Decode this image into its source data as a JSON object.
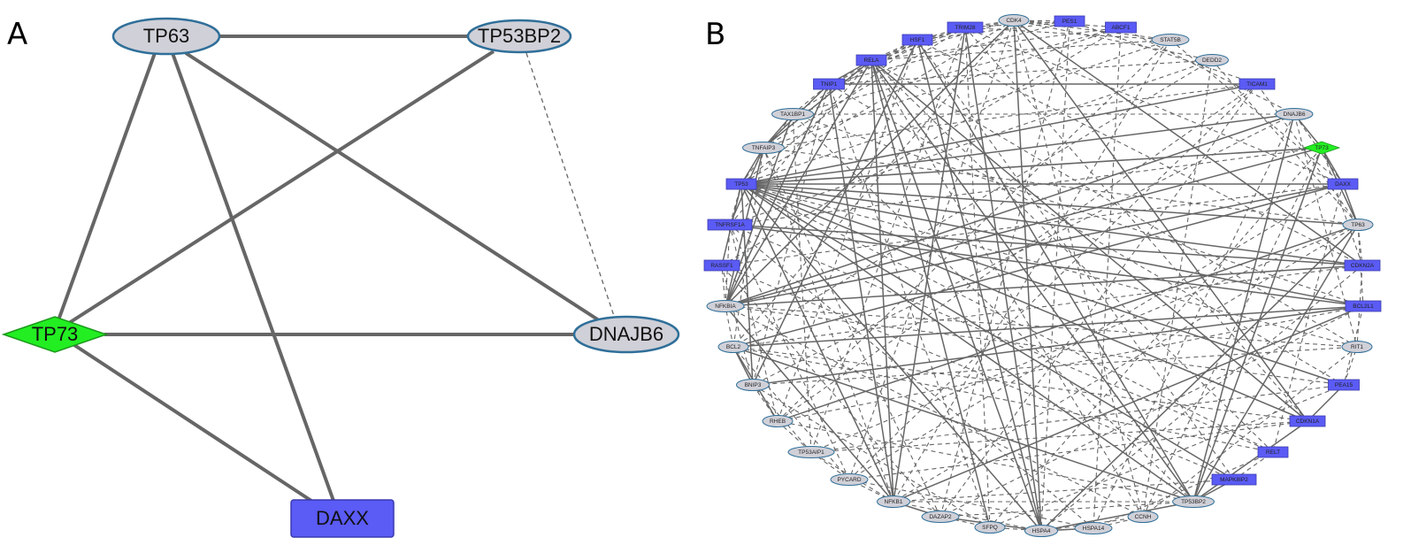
{
  "panels": {
    "a_label": "A",
    "b_label": "B"
  },
  "colors": {
    "gray_node_fill": "#d0d0d8",
    "gray_node_stroke": "#2f6f99",
    "blue_node_fill": "#5b5bf5",
    "green_node_fill": "#22ee22",
    "edge": "#666666"
  },
  "networkA": {
    "nodes": [
      {
        "id": "TP63",
        "label": "TP63",
        "shape": "ellipse",
        "color": "gray"
      },
      {
        "id": "TP53BP2",
        "label": "TP53BP2",
        "shape": "ellipse",
        "color": "gray"
      },
      {
        "id": "TP73",
        "label": "TP73",
        "shape": "diamond",
        "color": "green"
      },
      {
        "id": "DNAJB6",
        "label": "DNAJB6",
        "shape": "ellipse",
        "color": "gray"
      },
      {
        "id": "DAXX",
        "label": "DAXX",
        "shape": "rect",
        "color": "blue"
      }
    ],
    "edges": [
      {
        "source": "TP63",
        "target": "TP53BP2",
        "style": "solid"
      },
      {
        "source": "TP63",
        "target": "TP73",
        "style": "solid"
      },
      {
        "source": "TP63",
        "target": "DNAJB6",
        "style": "solid"
      },
      {
        "source": "TP63",
        "target": "DAXX",
        "style": "solid"
      },
      {
        "source": "TP53BP2",
        "target": "TP73",
        "style": "solid"
      },
      {
        "source": "TP53BP2",
        "target": "DNAJB6",
        "style": "dashed"
      },
      {
        "source": "TP73",
        "target": "DNAJB6",
        "style": "solid"
      },
      {
        "source": "TP73",
        "target": "DAXX",
        "style": "solid"
      }
    ]
  },
  "networkB": {
    "nodes": [
      {
        "id": "CDK4",
        "label": "CDK4",
        "shape": "ellipse",
        "color": "gray"
      },
      {
        "id": "PES1",
        "label": "PES1",
        "shape": "rect",
        "color": "blue"
      },
      {
        "id": "ABCF1",
        "label": "ABCF1",
        "shape": "rect",
        "color": "blue"
      },
      {
        "id": "STAT5B",
        "label": "STAT5B",
        "shape": "ellipse",
        "color": "gray"
      },
      {
        "id": "DEDD2",
        "label": "DEDD2",
        "shape": "ellipse",
        "color": "gray"
      },
      {
        "id": "TICAM1",
        "label": "TICAM1",
        "shape": "rect",
        "color": "blue"
      },
      {
        "id": "DNAJB6",
        "label": "DNAJB6",
        "shape": "ellipse",
        "color": "gray"
      },
      {
        "id": "TP73",
        "label": "TP73",
        "shape": "diamond",
        "color": "green"
      },
      {
        "id": "DAXX",
        "label": "DAXX",
        "shape": "rect",
        "color": "blue"
      },
      {
        "id": "TP63",
        "label": "TP63",
        "shape": "ellipse",
        "color": "gray"
      },
      {
        "id": "CDKN2A",
        "label": "CDKN2A",
        "shape": "rect",
        "color": "blue"
      },
      {
        "id": "BCL2L1",
        "label": "BCL2L1",
        "shape": "rect",
        "color": "blue"
      },
      {
        "id": "RIT1",
        "label": "RIT1",
        "shape": "ellipse",
        "color": "gray"
      },
      {
        "id": "PEA15",
        "label": "PEA15",
        "shape": "rect",
        "color": "blue"
      },
      {
        "id": "CDKN1A",
        "label": "CDKN1A",
        "shape": "rect",
        "color": "blue"
      },
      {
        "id": "RELT",
        "label": "RELT",
        "shape": "rect",
        "color": "blue"
      },
      {
        "id": "MAPK8IP2",
        "label": "MAPK8IP2",
        "shape": "rect",
        "color": "blue"
      },
      {
        "id": "TP53BP2",
        "label": "TP53BP2",
        "shape": "ellipse",
        "color": "gray"
      },
      {
        "id": "CCNH",
        "label": "CCNH",
        "shape": "ellipse",
        "color": "gray"
      },
      {
        "id": "HSPA14",
        "label": "HSPA14",
        "shape": "ellipse",
        "color": "gray"
      },
      {
        "id": "HSPA4",
        "label": "HSPA4",
        "shape": "ellipse",
        "color": "gray"
      },
      {
        "id": "SFPQ",
        "label": "SFPQ",
        "shape": "ellipse",
        "color": "gray"
      },
      {
        "id": "DAZAP2",
        "label": "DAZAP2",
        "shape": "ellipse",
        "color": "gray"
      },
      {
        "id": "NFKB1",
        "label": "NFKB1",
        "shape": "ellipse",
        "color": "gray"
      },
      {
        "id": "PYCARD",
        "label": "PYCARD",
        "shape": "ellipse",
        "color": "gray"
      },
      {
        "id": "TP53AIP1",
        "label": "TP53AIP1",
        "shape": "ellipse",
        "color": "gray"
      },
      {
        "id": "RHEB",
        "label": "RHEB",
        "shape": "ellipse",
        "color": "gray"
      },
      {
        "id": "BNIP3",
        "label": "BNIP3",
        "shape": "ellipse",
        "color": "gray"
      },
      {
        "id": "BCL2",
        "label": "BCL2",
        "shape": "ellipse",
        "color": "gray"
      },
      {
        "id": "NFKBIA",
        "label": "NFKBIA",
        "shape": "ellipse",
        "color": "gray"
      },
      {
        "id": "RASSF1",
        "label": "RASSF1",
        "shape": "rect",
        "color": "blue"
      },
      {
        "id": "TNFRSF1A",
        "label": "TNFRSF1A",
        "shape": "rect",
        "color": "blue"
      },
      {
        "id": "TP53",
        "label": "TP53",
        "shape": "rect",
        "color": "blue"
      },
      {
        "id": "TNFAIP3",
        "label": "TNFAIP3",
        "shape": "ellipse",
        "color": "gray"
      },
      {
        "id": "TAX1BP1",
        "label": "TAX1BP1",
        "shape": "ellipse",
        "color": "gray"
      },
      {
        "id": "TNIP1",
        "label": "TNIP1",
        "shape": "rect",
        "color": "blue"
      },
      {
        "id": "RELA",
        "label": "RELA",
        "shape": "rect",
        "color": "blue"
      },
      {
        "id": "HSF1",
        "label": "HSF1",
        "shape": "rect",
        "color": "blue"
      },
      {
        "id": "TRIM28",
        "label": "TRIM28",
        "shape": "rect",
        "color": "blue"
      }
    ],
    "edges_solid": [
      [
        "TP53",
        "DAXX"
      ],
      [
        "TP53",
        "TP63"
      ],
      [
        "TP53",
        "CDKN2A"
      ],
      [
        "TP53",
        "BCL2L1"
      ],
      [
        "TP53",
        "CDKN1A"
      ],
      [
        "TP53",
        "TP53BP2"
      ],
      [
        "TP53",
        "HSPA4"
      ],
      [
        "TP53",
        "NFKB1"
      ],
      [
        "TP53",
        "TNFAIP3"
      ],
      [
        "TP53",
        "DNAJB6"
      ],
      [
        "TP53",
        "TP73"
      ],
      [
        "TP53",
        "MAPK8IP2"
      ],
      [
        "TP53",
        "TICAM1"
      ],
      [
        "TP53",
        "PEA15"
      ],
      [
        "TP53",
        "BNIP3"
      ],
      [
        "TP53",
        "RASSF1"
      ],
      [
        "RELA",
        "NFKB1"
      ],
      [
        "RELA",
        "NFKBIA"
      ],
      [
        "RELA",
        "HSPA4"
      ],
      [
        "RELA",
        "TNIP1"
      ],
      [
        "RELA",
        "TNFAIP3"
      ],
      [
        "RELA",
        "TP53BP2"
      ],
      [
        "RELA",
        "SFPQ"
      ],
      [
        "RELA",
        "CDKN1A"
      ],
      [
        "TNIP1",
        "NFKB1"
      ],
      [
        "TNIP1",
        "NFKBIA"
      ],
      [
        "TNIP1",
        "TICAM1"
      ],
      [
        "CDK4",
        "HSPA4"
      ],
      [
        "CDK4",
        "CDKN2A"
      ],
      [
        "CDK4",
        "CDKN1A"
      ],
      [
        "CDK4",
        "NFKBIA"
      ],
      [
        "HSF1",
        "HSPA4"
      ],
      [
        "HSF1",
        "TP53BP2"
      ],
      [
        "HSF1",
        "BNIP3"
      ],
      [
        "TRIM28",
        "HSPA4"
      ],
      [
        "TRIM28",
        "NFKB1"
      ],
      [
        "DNAJB6",
        "TP53BP2"
      ],
      [
        "DNAJB6",
        "NFKBIA"
      ],
      [
        "DAXX",
        "NFKBIA"
      ],
      [
        "DAXX",
        "TP73"
      ],
      [
        "DAXX",
        "TP63"
      ],
      [
        "DAXX",
        "BCL2"
      ],
      [
        "TP63",
        "TP73"
      ],
      [
        "TP63",
        "TP53BP2"
      ],
      [
        "TP63",
        "HSPA4"
      ],
      [
        "TP63",
        "RHEB"
      ],
      [
        "CDKN2A",
        "NFKBIA"
      ],
      [
        "CDKN2A",
        "TNFRSF1A"
      ],
      [
        "BCL2L1",
        "BCL2"
      ],
      [
        "BCL2L1",
        "TNFRSF1A"
      ],
      [
        "BCL2L1",
        "NFKB1"
      ],
      [
        "BCL2L1",
        "BNIP3"
      ],
      [
        "TP73",
        "DNAJB6"
      ],
      [
        "TP73",
        "TP53BP2"
      ],
      [
        "TP73",
        "NFKBIA"
      ],
      [
        "NFKBIA",
        "NFKB1"
      ],
      [
        "NFKBIA",
        "TNFAIP3"
      ],
      [
        "NFKBIA",
        "TAX1BP1"
      ],
      [
        "TNFAIP3",
        "TAX1BP1"
      ],
      [
        "TNFAIP3",
        "TNIP1"
      ],
      [
        "TNFRSF1A",
        "TNFAIP3"
      ],
      [
        "BCL2",
        "BNIP3"
      ],
      [
        "BCL2",
        "RHEB"
      ],
      [
        "BCL2",
        "TP53BP2"
      ],
      [
        "HSPA4",
        "HSPA14"
      ],
      [
        "HSPA4",
        "TP53BP2"
      ],
      [
        "HSPA4",
        "DAZAP2"
      ],
      [
        "NFKB1",
        "DAZAP2"
      ],
      [
        "TP53BP2",
        "MAPK8IP2"
      ],
      [
        "TP53BP2",
        "CDKN1A"
      ],
      [
        "CDKN1A",
        "PEA15"
      ]
    ],
    "edges_dashed": [
      [
        "CDK4",
        "PES1"
      ],
      [
        "CDK4",
        "ABCF1"
      ],
      [
        "CDK4",
        "TRIM28"
      ],
      [
        "CDK4",
        "HSF1"
      ],
      [
        "CDK4",
        "RELA"
      ],
      [
        "CDK4",
        "STAT5B"
      ],
      [
        "CDK4",
        "DEDD2"
      ],
      [
        "CDK4",
        "TP53"
      ],
      [
        "CDK4",
        "BCL2"
      ],
      [
        "CDK4",
        "CCNH"
      ],
      [
        "CDK4",
        "PYCARD"
      ],
      [
        "PES1",
        "TICAM1"
      ],
      [
        "PES1",
        "TNIP1"
      ],
      [
        "PES1",
        "HSPA4"
      ],
      [
        "ABCF1",
        "DNAJB6"
      ],
      [
        "ABCF1",
        "RELA"
      ],
      [
        "ABCF1",
        "TAX1BP1"
      ],
      [
        "ABCF1",
        "HSPA14"
      ],
      [
        "STAT5B",
        "RELA"
      ],
      [
        "STAT5B",
        "TP53"
      ],
      [
        "STAT5B",
        "DAXX"
      ],
      [
        "STAT5B",
        "NFKB1"
      ],
      [
        "DEDD2",
        "TNIP1"
      ],
      [
        "DEDD2",
        "TP63"
      ],
      [
        "DEDD2",
        "BCL2"
      ],
      [
        "DEDD2",
        "CCNH"
      ],
      [
        "TICAM1",
        "TNFAIP3"
      ],
      [
        "TICAM1",
        "TP63"
      ],
      [
        "TICAM1",
        "RHEB"
      ],
      [
        "TICAM1",
        "DAZAP2"
      ],
      [
        "DNAJB6",
        "TAX1BP1"
      ],
      [
        "DNAJB6",
        "BNIP3"
      ],
      [
        "DNAJB6",
        "RIT1"
      ],
      [
        "DNAJB6",
        "HSPA14"
      ],
      [
        "TP73",
        "CDKN2A"
      ],
      [
        "TP73",
        "TNFRSF1A"
      ],
      [
        "TP73",
        "CCNH"
      ],
      [
        "TP73",
        "SFPQ"
      ],
      [
        "DAXX",
        "RELT"
      ],
      [
        "DAXX",
        "PYCARD"
      ],
      [
        "DAXX",
        "TRIM28"
      ],
      [
        "DAXX",
        "RASSF1"
      ],
      [
        "TP63",
        "BCL2L1"
      ],
      [
        "TP63",
        "NFKB1"
      ],
      [
        "TP63",
        "TP53AIP1"
      ],
      [
        "TP63",
        "TNFAIP3"
      ],
      [
        "CDKN2A",
        "RIT1"
      ],
      [
        "CDKN2A",
        "HSPA4"
      ],
      [
        "CDKN2A",
        "BCL2"
      ],
      [
        "CDKN2A",
        "HSF1"
      ],
      [
        "BCL2L1",
        "PEA15"
      ],
      [
        "BCL2L1",
        "RHEB"
      ],
      [
        "BCL2L1",
        "TAX1BP1"
      ],
      [
        "BCL2L1",
        "DAZAP2"
      ],
      [
        "RIT1",
        "BNIP3"
      ],
      [
        "RIT1",
        "NFKBIA"
      ],
      [
        "RIT1",
        "RELA"
      ],
      [
        "RIT1",
        "CCNH"
      ],
      [
        "PEA15",
        "NFKBIA"
      ],
      [
        "PEA15",
        "TNIP1"
      ],
      [
        "PEA15",
        "SFPQ"
      ],
      [
        "PEA15",
        "TP53AIP1"
      ],
      [
        "CDKN1A",
        "TP53AIP1"
      ],
      [
        "CDKN1A",
        "BCL2"
      ],
      [
        "CDKN1A",
        "TRIM28"
      ],
      [
        "CDKN1A",
        "PYCARD"
      ],
      [
        "RELT",
        "TNFRSF1A"
      ],
      [
        "RELT",
        "BCL2"
      ],
      [
        "RELT",
        "RELA"
      ],
      [
        "RELT",
        "HSPA14"
      ],
      [
        "MAPK8IP2",
        "NFKB1"
      ],
      [
        "MAPK8IP2",
        "RASSF1"
      ],
      [
        "MAPK8IP2",
        "HSF1"
      ],
      [
        "TP53BP2",
        "NFKB1"
      ],
      [
        "TP53BP2",
        "DAZAP2"
      ],
      [
        "TP53BP2",
        "RHEB"
      ],
      [
        "TP53BP2",
        "TAX1BP1"
      ],
      [
        "CCNH",
        "HSPA14"
      ],
      [
        "CCNH",
        "RELA"
      ],
      [
        "CCNH",
        "NFKBIA"
      ],
      [
        "HSPA14",
        "TNFRSF1A"
      ],
      [
        "HSPA14",
        "PYCARD"
      ],
      [
        "SFPQ",
        "TNIP1"
      ],
      [
        "SFPQ",
        "BNIP3"
      ],
      [
        "SFPQ",
        "TRIM28"
      ],
      [
        "DAZAP2",
        "RASSF1"
      ],
      [
        "DAZAP2",
        "TNFAIP3"
      ],
      [
        "DAZAP2",
        "PES1"
      ],
      [
        "NFKB1",
        "PYCARD"
      ],
      [
        "NFKB1",
        "TNFAIP3"
      ],
      [
        "NFKB1",
        "TP53AIP1"
      ],
      [
        "PYCARD",
        "BCL2"
      ],
      [
        "PYCARD",
        "TNFRSF1A"
      ],
      [
        "PYCARD",
        "TICAM1"
      ],
      [
        "TP53AIP1",
        "BNIP3"
      ],
      [
        "TP53AIP1",
        "TRIM28"
      ],
      [
        "TP53AIP1",
        "TAX1BP1"
      ],
      [
        "RHEB",
        "TNFRSF1A"
      ],
      [
        "RHEB",
        "HSF1"
      ],
      [
        "RHEB",
        "STAT5B"
      ],
      [
        "BNIP3",
        "TNIP1"
      ],
      [
        "BNIP3",
        "RASSF1"
      ],
      [
        "BCL2",
        "TNFAIP3"
      ],
      [
        "BCL2",
        "NFKBIA"
      ],
      [
        "NFKBIA",
        "RASSF1"
      ],
      [
        "NFKBIA",
        "TNFRSF1A"
      ],
      [
        "RASSF1",
        "TP53"
      ],
      [
        "RASSF1",
        "ABCF1"
      ],
      [
        "TNFRSF1A",
        "TP53"
      ],
      [
        "TNFRSF1A",
        "RELA"
      ],
      [
        "TNFRSF1A",
        "DEDD2"
      ],
      [
        "TP53",
        "TAX1BP1"
      ],
      [
        "TP53",
        "HSF1"
      ],
      [
        "TP53",
        "RELT"
      ],
      [
        "TP53",
        "RIT1"
      ],
      [
        "TNFAIP3",
        "TRIM28"
      ],
      [
        "TNFAIP3",
        "ABCF1"
      ],
      [
        "TAX1BP1",
        "TNIP1"
      ],
      [
        "TAX1BP1",
        "HSF1"
      ],
      [
        "TNIP1",
        "HSF1"
      ],
      [
        "TNIP1",
        "TRIM28"
      ],
      [
        "RELA",
        "HSF1"
      ],
      [
        "RELA",
        "TRIM28"
      ],
      [
        "HSF1",
        "TRIM28"
      ],
      [
        "HSF1",
        "PES1"
      ],
      [
        "TRIM28",
        "PES1"
      ],
      [
        "TRIM28",
        "STAT5B"
      ],
      [
        "HSPA4",
        "CCNH"
      ],
      [
        "SFPQ",
        "DAZAP2"
      ],
      [
        "HSPA4",
        "SFPQ"
      ],
      [
        "HSPA4",
        "NFKB1"
      ],
      [
        "DAXX",
        "DNAJB6"
      ],
      [
        "TP63",
        "CDKN2A"
      ],
      [
        "PEA15",
        "RIT1"
      ],
      [
        "MAPK8IP2",
        "RELT"
      ],
      [
        "BNIP3",
        "RHEB"
      ],
      [
        "RHEB",
        "TP53AIP1"
      ],
      [
        "TP53AIP1",
        "PYCARD"
      ]
    ]
  }
}
